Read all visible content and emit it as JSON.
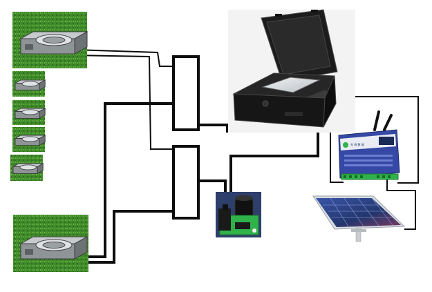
{
  "diagram": {
    "logger_title": "无 线 数 据",
    "colors": {
      "grass": "#3f8a2a",
      "case_black": "#1a1a1a",
      "logger_blue": "#3548a6",
      "solar_blue": "#2b3f7d",
      "sensor_green": "#2fb24a",
      "wire": "#0d0d0d"
    },
    "components": [
      {
        "id": "load-cell",
        "icon": "load-cell-photo"
      },
      {
        "id": "junction-box",
        "icon": "rectangle"
      },
      {
        "id": "rugged-case-logger",
        "icon": "rugged-case"
      },
      {
        "id": "wireless-data-logger",
        "icon": "logger-module"
      },
      {
        "id": "solar-panel",
        "icon": "solar-panel"
      },
      {
        "id": "signal-converter",
        "icon": "cylinder-sensor"
      }
    ]
  }
}
